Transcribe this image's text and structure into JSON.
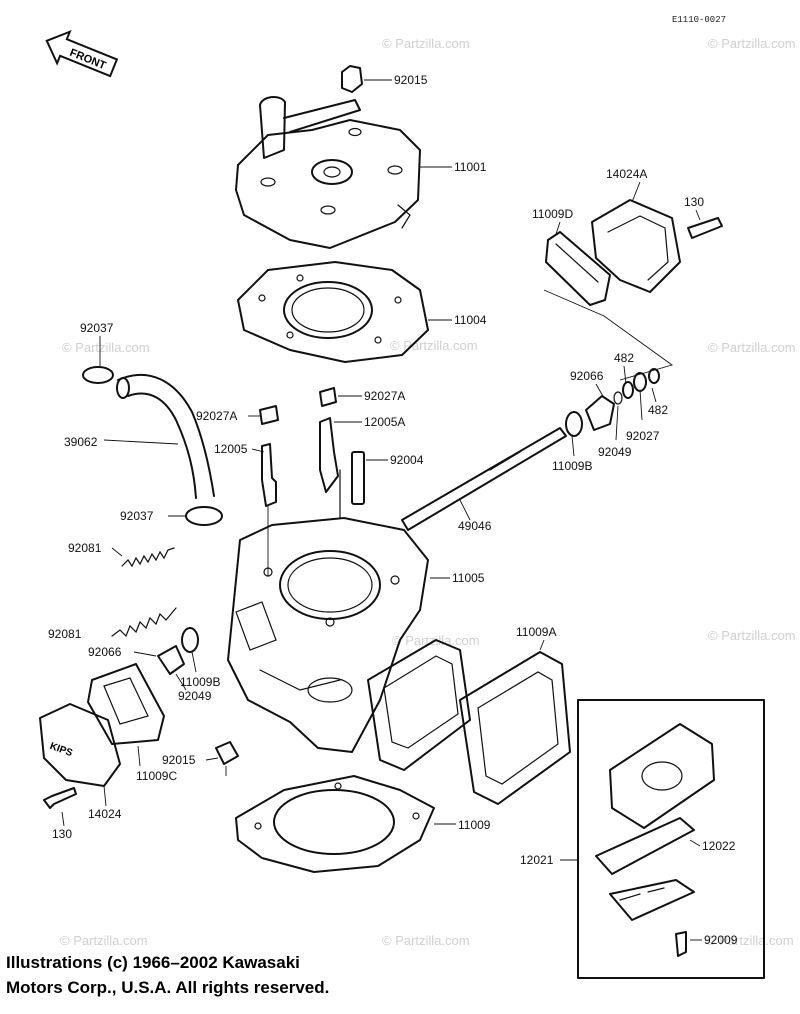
{
  "diagram": {
    "code": "E1110-0027",
    "front_label": "FRONT",
    "cover_text": "KIPS",
    "watermark": "© Partzilla.com",
    "labels": {
      "p92015_top": "92015",
      "p11001": "11001",
      "p14024A": "14024A",
      "p130_top": "130",
      "p11009D": "11009D",
      "p11004": "11004",
      "p92037_top": "92037",
      "p482_a": "482",
      "p92066_r": "92066",
      "p482_b": "482",
      "p92027": "92027",
      "p92049_r": "92049",
      "p11009B_r": "11009B",
      "p92027A_r": "92027A",
      "p92027A_l": "92027A",
      "p12005A": "12005A",
      "p39062": "39062",
      "p12005": "12005",
      "p92004": "92004",
      "p49046": "49046",
      "p92037_mid": "92037",
      "p92081_top": "92081",
      "p11005": "11005",
      "p11009A": "11009A",
      "p92081_low": "92081",
      "p92066_l": "92066",
      "p11009B_l": "11009B",
      "p92049_l": "92049",
      "p92015_low": "92015",
      "p11009C": "11009C",
      "p14024": "14024",
      "p130_low": "130",
      "p11009": "11009",
      "p12021": "12021",
      "p12022": "12022",
      "p92009": "92009"
    }
  },
  "copyright": {
    "line1": "Illustrations (c) 1966–2002 Kawasaki",
    "line2": "Motors Corp., U.S.A.  All rights reserved."
  }
}
